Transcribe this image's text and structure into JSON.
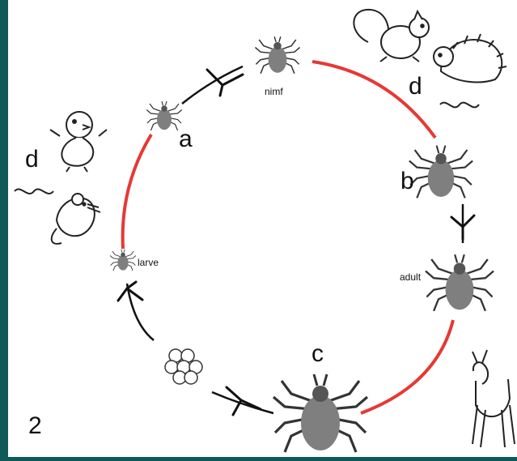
{
  "figure_number": "2",
  "stages": {
    "nimf": "nimf",
    "larve": "larve",
    "adult": "adult"
  },
  "letters": {
    "a": "a",
    "b": "b",
    "c": "c",
    "d_top": "d",
    "d_left": "d"
  },
  "colors": {
    "frame": "#0f5a58",
    "panel": "#ffffff",
    "red_path": "#e53935",
    "black_path": "#111111",
    "tick": "#7f7f7f"
  },
  "icons": [
    "squirrel-icon",
    "hedgehog-icon",
    "bird-icon",
    "mouse-icon",
    "deer-icon",
    "eggs-icon",
    "tick-icon"
  ]
}
